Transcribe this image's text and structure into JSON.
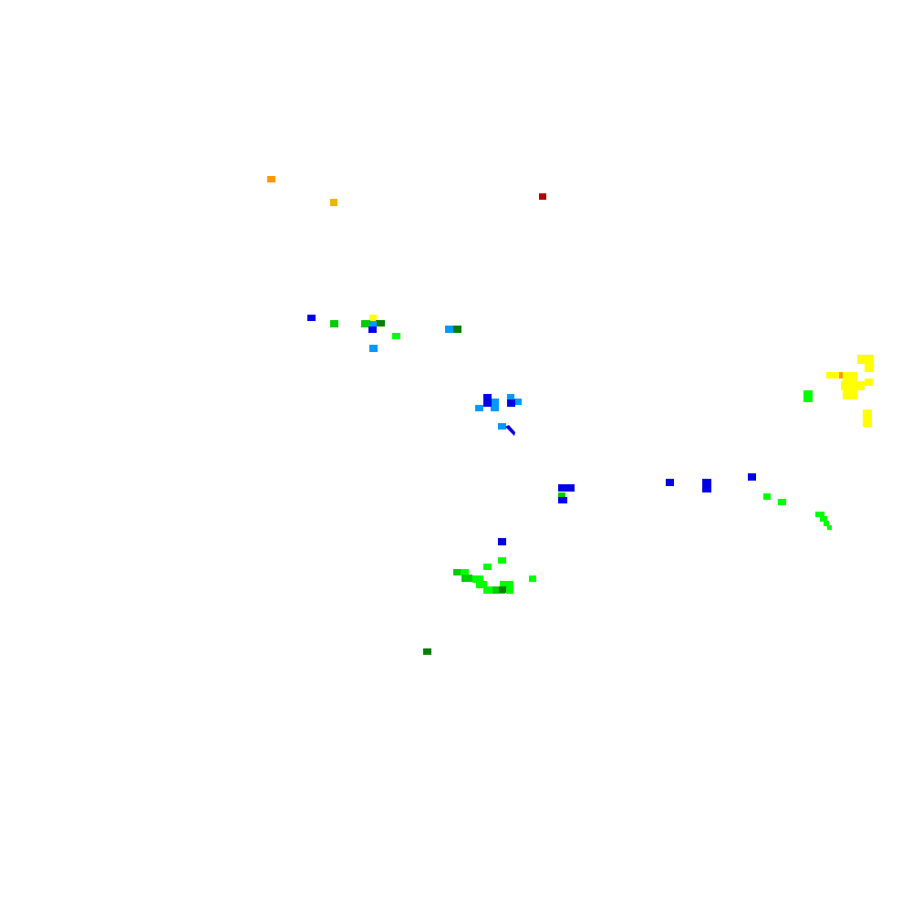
{
  "palette": {
    "background": "#ffffff",
    "red": "#b30000",
    "orange": "#ff9900",
    "amber": "#e6b800",
    "yellow": "#ffff00",
    "bright_green": "#00ff00",
    "green": "#00cc00",
    "dark_green": "#008000",
    "sky_blue": "#0099ff",
    "blue": "#0000e6"
  },
  "layers": [
    {
      "name": "red-cells",
      "color": "#b30000"
    },
    {
      "name": "orange-cells",
      "color": "#ff9900"
    },
    {
      "name": "amber-cells",
      "color": "#e6b800"
    },
    {
      "name": "yellow-cells",
      "color": "#ffff00"
    },
    {
      "name": "bright-green-cells",
      "color": "#00ff00"
    },
    {
      "name": "green-cells",
      "color": "#00cc00"
    },
    {
      "name": "dark-green-cells",
      "color": "#008000"
    },
    {
      "name": "sky-blue-cells",
      "color": "#0099ff"
    },
    {
      "name": "blue-cells",
      "color": "#0000e6"
    }
  ]
}
